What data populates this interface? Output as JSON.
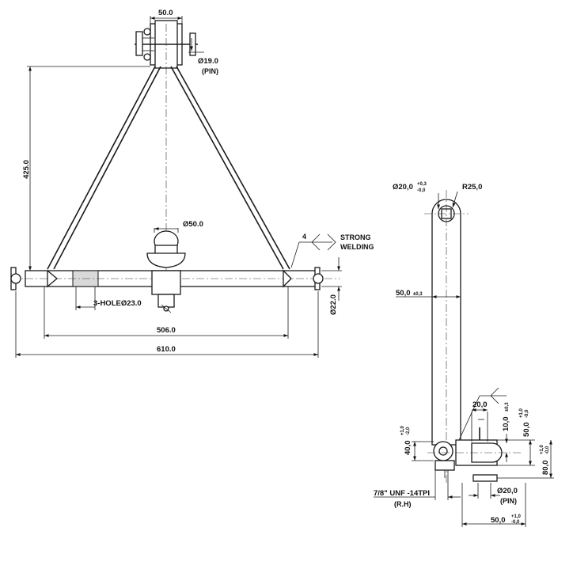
{
  "left_view": {
    "top_width": "50.0",
    "pin_diameter": "Ø19.0",
    "pin_label": "(PIN)",
    "height": "425.0",
    "ball_diameter": "Ø50.0",
    "weld_size": "4",
    "weld_note_line1": "STRONG",
    "weld_note_line2": "WELDING",
    "holes": "3-HOLEØ23.0",
    "bar_diameter": "Ø22.0",
    "inner_length": "506.0",
    "overall_length": "610.0"
  },
  "right_view": {
    "top_hole": "Ø20,0",
    "top_hole_tol_upper": "+0,3",
    "top_hole_tol_lower": "-0,0",
    "radius": "R25,0",
    "bar_width": "50,0",
    "bar_width_tol": "±0,3",
    "slot_width": "20,0",
    "slot_depth": "10,0",
    "slot_depth_tol": "±0,3",
    "clevis_width": "50,0",
    "clevis_width_tol_upper": "+1,0",
    "clevis_width_tol_lower": "-0,0",
    "pin_height": "40,0",
    "pin_height_tol_upper": "+1,0",
    "pin_height_tol_lower": "-2,0",
    "clevis_height": "80,0",
    "clevis_height_tol_upper": "+1,0",
    "clevis_height_tol_lower": "-0,0",
    "thread": "7/8\" UNF -14TPI",
    "thread_hand": "(R.H)",
    "pin_diameter": "Ø20,0",
    "pin_label": "(PIN)",
    "bottom_width": "50,0",
    "bottom_width_tol_upper": "+1,0",
    "bottom_width_tol_lower": "-0,0"
  }
}
